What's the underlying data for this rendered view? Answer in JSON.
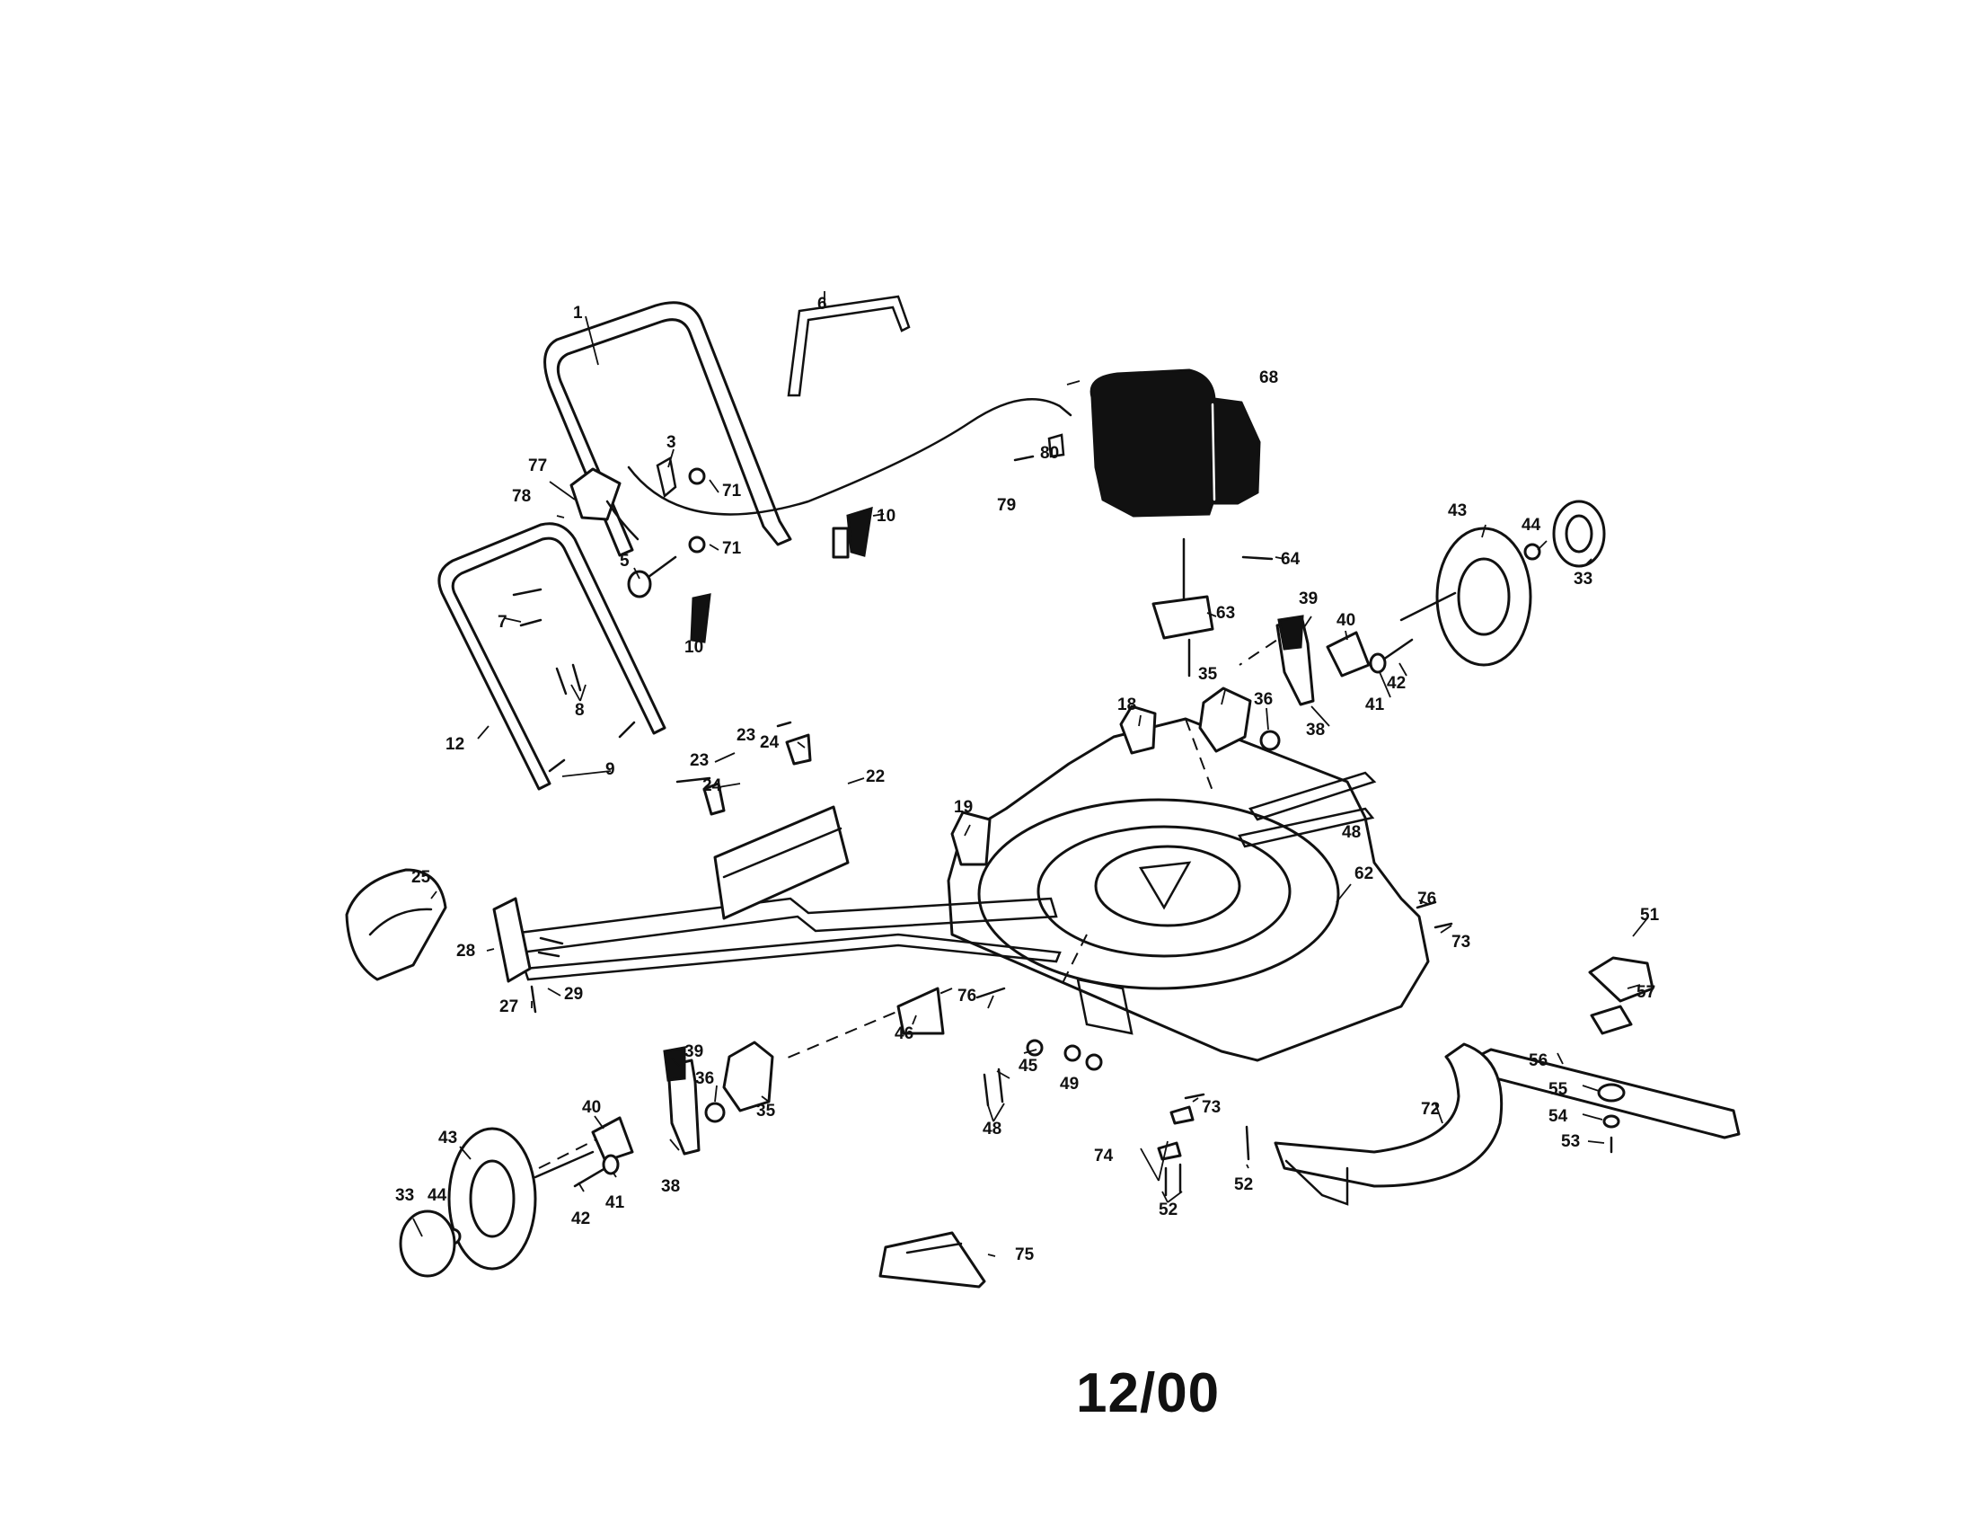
{
  "diagram": {
    "date": "12/00",
    "callouts": {
      "n1": "1",
      "n3": "3",
      "n5": "5",
      "n6": "6",
      "n7": "7",
      "n8": "8",
      "n9": "9",
      "n10a": "10",
      "n10b": "10",
      "n12": "12",
      "n18": "18",
      "n19": "19",
      "n22": "22",
      "n23a": "23",
      "n23b": "23",
      "n24a": "24",
      "n24b": "24",
      "n25": "25",
      "n27": "27",
      "n28": "28",
      "n29": "29",
      "n33a": "33",
      "n33b": "33",
      "n35a": "35",
      "n35b": "35",
      "n36a": "36",
      "n36b": "36",
      "n38a": "38",
      "n38b": "38",
      "n39a": "39",
      "n39b": "39",
      "n40a": "40",
      "n40b": "40",
      "n41a": "41",
      "n41b": "41",
      "n42a": "42",
      "n42b": "42",
      "n43a": "43",
      "n43b": "43",
      "n44a": "44",
      "n44b": "44",
      "n45": "45",
      "n46": "46",
      "n48a": "48",
      "n48b": "48",
      "n49": "49",
      "n51": "51",
      "n52a": "52",
      "n52b": "52",
      "n53": "53",
      "n54": "54",
      "n55": "55",
      "n56": "56",
      "n57": "57",
      "n62": "62",
      "n63": "63",
      "n64": "64",
      "n68": "68",
      "n71a": "71",
      "n71b": "71",
      "n72": "72",
      "n73a": "73",
      "n73b": "73",
      "n74": "74",
      "n75": "75",
      "n76a": "76",
      "n76b": "76",
      "n77": "77",
      "n78": "78",
      "n79": "79",
      "n80": "80"
    }
  }
}
